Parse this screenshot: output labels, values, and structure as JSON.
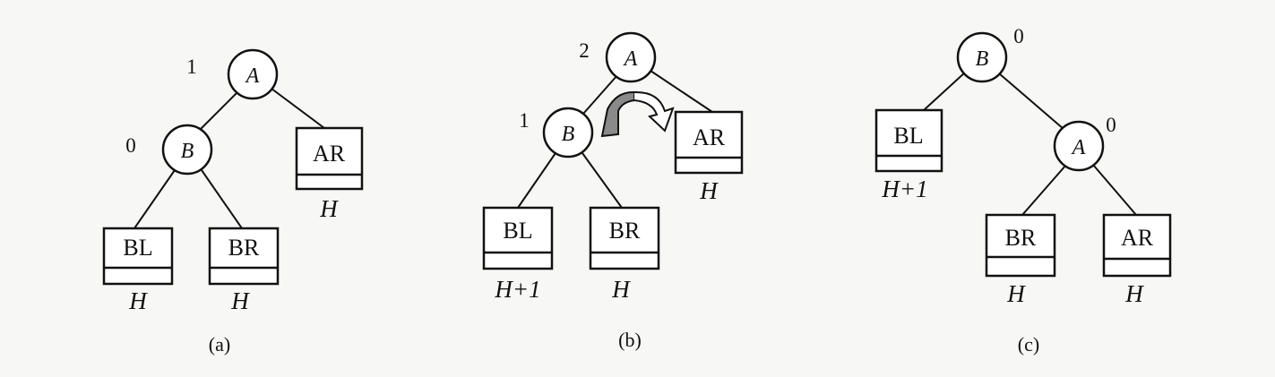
{
  "panels": [
    {
      "caption": "(a)",
      "nodes": [
        {
          "id": "A",
          "label": "A",
          "balance": "1"
        },
        {
          "id": "B",
          "label": "B",
          "balance": "0"
        }
      ],
      "subtrees": [
        {
          "id": "BL",
          "label": "BL",
          "height": "H"
        },
        {
          "id": "BR",
          "label": "BR",
          "height": "H"
        },
        {
          "id": "AR",
          "label": "AR",
          "height": "H"
        }
      ]
    },
    {
      "caption": "(b)",
      "nodes": [
        {
          "id": "A",
          "label": "A",
          "balance": "2"
        },
        {
          "id": "B",
          "label": "B",
          "balance": "1"
        }
      ],
      "subtrees": [
        {
          "id": "BL",
          "label": "BL",
          "height": "H+1"
        },
        {
          "id": "BR",
          "label": "BR",
          "height": "H"
        },
        {
          "id": "AR",
          "label": "AR",
          "height": "H"
        }
      ]
    },
    {
      "caption": "(c)",
      "nodes": [
        {
          "id": "B",
          "label": "B",
          "balance": "0"
        },
        {
          "id": "A",
          "label": "A",
          "balance": "0"
        }
      ],
      "subtrees": [
        {
          "id": "BL",
          "label": "BL",
          "height": "H+1"
        },
        {
          "id": "BR",
          "label": "BR",
          "height": "H"
        },
        {
          "id": "AR",
          "label": "AR",
          "height": "H"
        }
      ]
    }
  ]
}
